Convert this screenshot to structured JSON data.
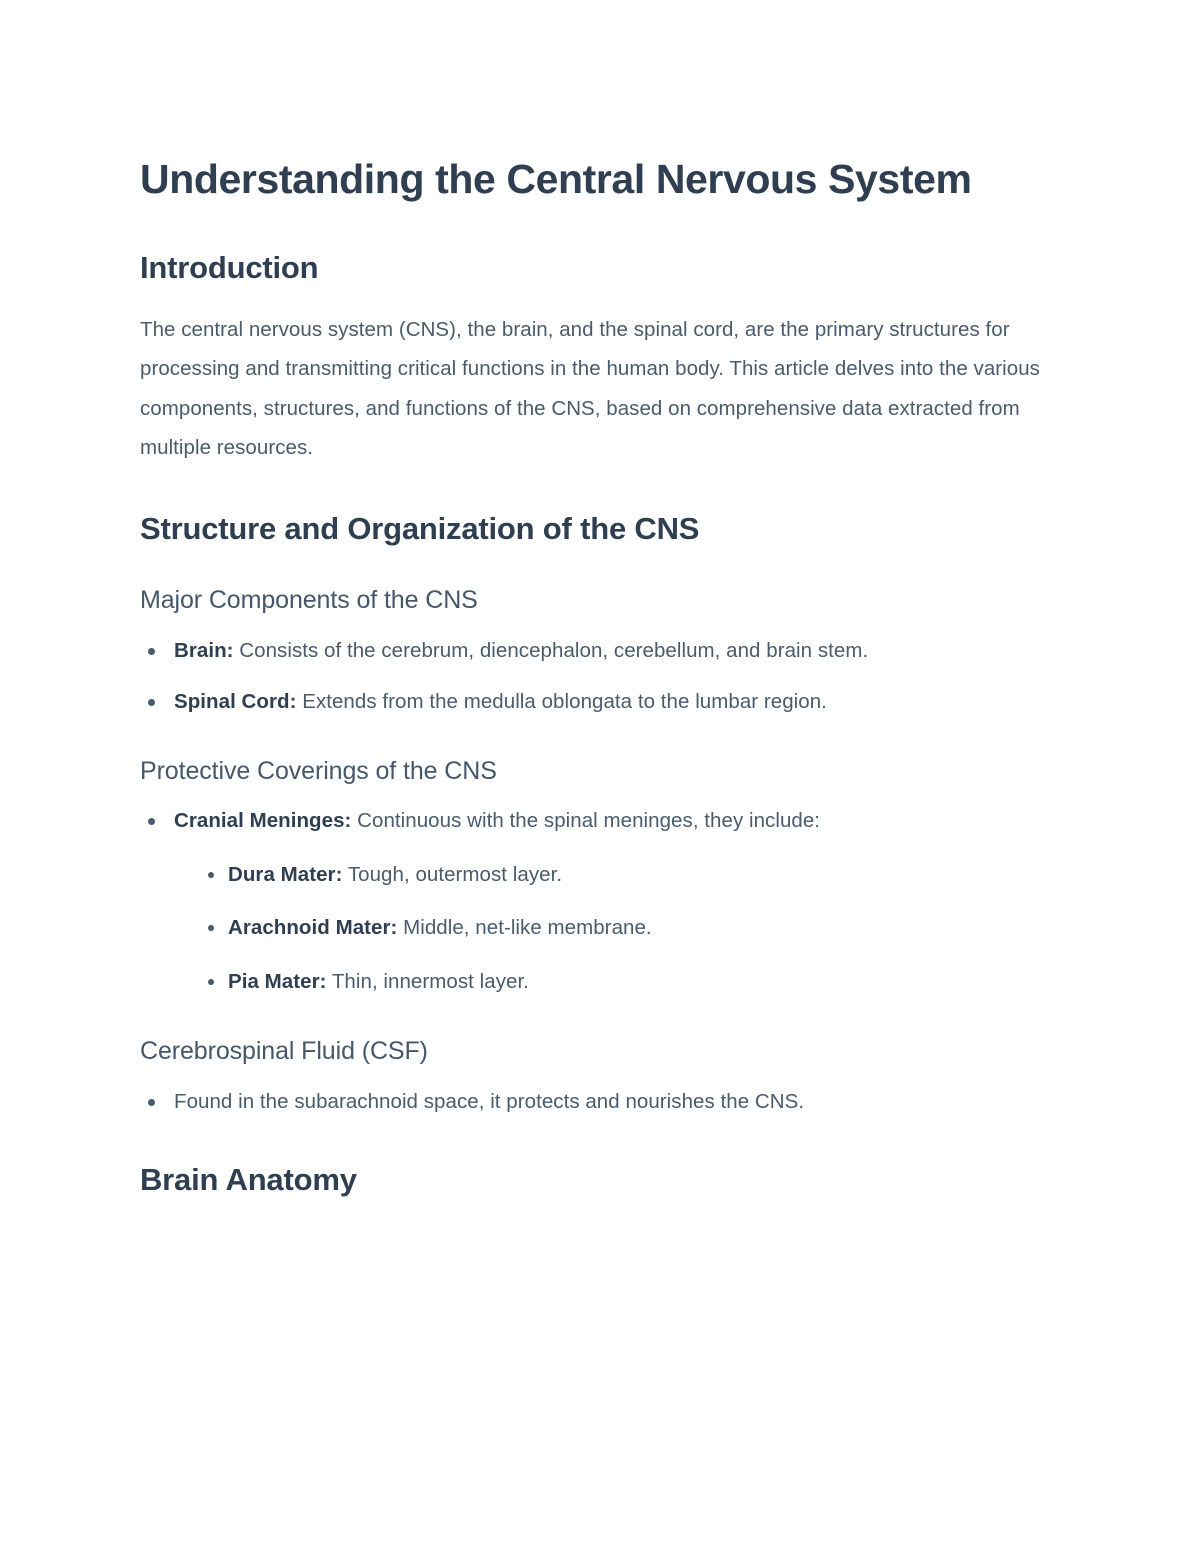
{
  "document": {
    "title": "Understanding the Central Nervous System",
    "text_color": "#4a5b6b",
    "heading_color": "#2f3e50",
    "background": "#ffffff"
  },
  "sections": {
    "introduction": {
      "heading": "Introduction",
      "paragraph": "The central nervous system (CNS), the brain, and the spinal cord, are the primary structures for processing and transmitting critical functions in the human body. This article delves into the various components, structures, and functions of the CNS, based on comprehensive data extracted from multiple resources."
    },
    "structure": {
      "heading": "Structure and Organization of the CNS",
      "major_components": {
        "heading": "Major Components of the CNS",
        "items": [
          {
            "label": "Brain:",
            "text": " Consists of the cerebrum, diencephalon, cerebellum, and brain stem."
          },
          {
            "label": "Spinal Cord:",
            "text": " Extends from the medulla oblongata to the lumbar region."
          }
        ]
      },
      "protective_coverings": {
        "heading": "Protective Coverings of the CNS",
        "items": [
          {
            "label": "Cranial Meninges:",
            "text": " Continuous with the spinal meninges, they include:"
          }
        ],
        "nested_items": [
          {
            "label": "Dura Mater:",
            "text": " Tough, outermost layer."
          },
          {
            "label": "Arachnoid Mater:",
            "text": " Middle, net-like membrane."
          },
          {
            "label": "Pia Mater:",
            "text": " Thin, innermost layer."
          }
        ]
      },
      "csf": {
        "heading": "Cerebrospinal Fluid (CSF)",
        "items": [
          {
            "label": "",
            "text": "Found in the subarachnoid space, it protects and nourishes the CNS."
          }
        ]
      }
    },
    "brain_anatomy": {
      "heading": "Brain Anatomy"
    }
  }
}
